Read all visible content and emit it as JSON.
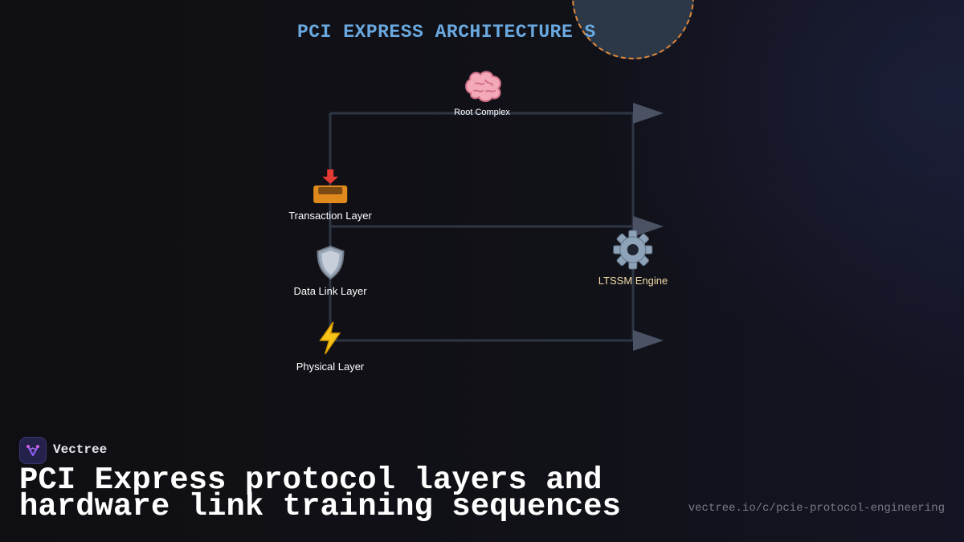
{
  "diagram": {
    "title": "PCI EXPRESS ARCHITECTURE S",
    "nodes": [
      {
        "id": "root",
        "label": "Root Complex",
        "icon": "brain-icon"
      },
      {
        "id": "transaction",
        "label": "Transaction Layer",
        "icon": "inbox-tray-icon"
      },
      {
        "id": "datalink",
        "label": "Data Link Layer",
        "icon": "shield-icon"
      },
      {
        "id": "physical",
        "label": "Physical Layer",
        "icon": "lightning-icon"
      },
      {
        "id": "ltssm",
        "label": "LTSSM Engine",
        "icon": "gear-icon"
      }
    ]
  },
  "footer": {
    "brand": "Vectree",
    "headline": "PCI Express protocol layers and hardware link training sequences",
    "url": "vectree.io/c/pcie-protocol-engineering"
  },
  "colors": {
    "background": "#0f0f13",
    "title": "#6aa9e0",
    "connector": "#2e3644",
    "arrowhead": "#4a5263",
    "accent_orange": "#e08a3c",
    "engine_label": "#f3dca8"
  }
}
